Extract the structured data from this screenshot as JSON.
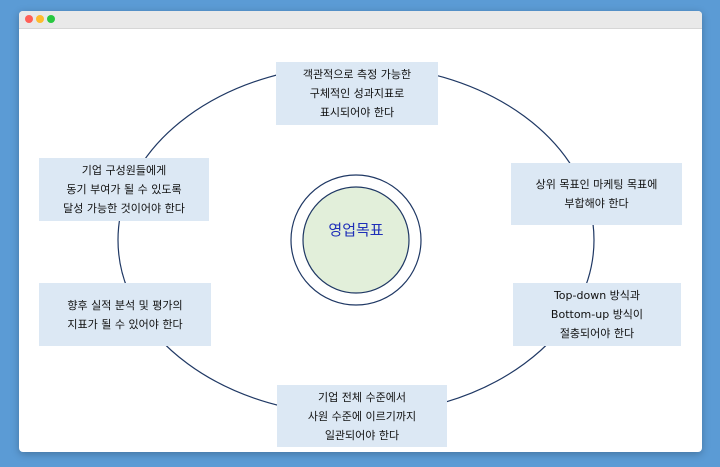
{
  "center": {
    "label": "영업목표"
  },
  "boxes": {
    "top": "객관적으로 측정 가능한\n구체적인 성과지표로\n표시되어야 한다",
    "upper_right": "상위 목표인 마케팅 목표에\n부합해야 한다",
    "lower_right": "Top-down 방식과\nBottom-up 방식이\n절충되어야 한다",
    "bottom": "기업 전체 수준에서\n사원 수준에 이르기까지\n일관되어야 한다",
    "lower_left": "향후 실적 분석 및 평가의\n지표가 될 수 있어야 한다",
    "upper_left": "기업 구성원들에게\n동기 부여가 될 수 있도록\n달성 가능한 것이어야 한다"
  },
  "colors": {
    "ellipse_stroke": "#1f3864",
    "box_fill": "#dce8f4",
    "center_fill": "#e2efda",
    "center_text": "#1f2fb8",
    "background": "#5b9bd5"
  }
}
